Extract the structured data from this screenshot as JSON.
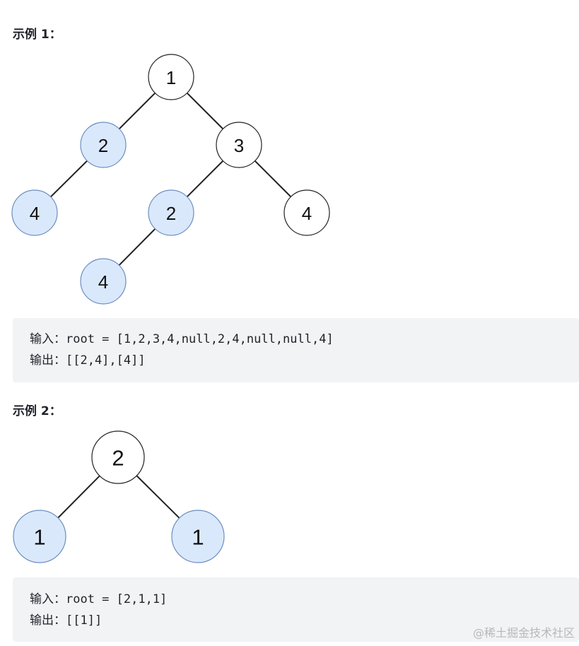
{
  "examples": [
    {
      "title": "示例 1：",
      "tree": {
        "nodes": [
          {
            "id": "n1",
            "label": "1",
            "highlight": false
          },
          {
            "id": "n2",
            "label": "2",
            "highlight": true
          },
          {
            "id": "n3",
            "label": "3",
            "highlight": false
          },
          {
            "id": "n4",
            "label": "4",
            "highlight": true
          },
          {
            "id": "n5",
            "label": "2",
            "highlight": true
          },
          {
            "id": "n6",
            "label": "4",
            "highlight": false
          },
          {
            "id": "n7",
            "label": "4",
            "highlight": true
          }
        ],
        "edges": [
          [
            "n1",
            "n2"
          ],
          [
            "n1",
            "n3"
          ],
          [
            "n2",
            "n4"
          ],
          [
            "n3",
            "n5"
          ],
          [
            "n3",
            "n6"
          ],
          [
            "n5",
            "n7"
          ]
        ]
      },
      "input_line": "输入：root = [1,2,3,4,null,2,4,null,null,4]",
      "output_line": "输出：[[2,4],[4]]"
    },
    {
      "title": "示例 2：",
      "tree": {
        "nodes": [
          {
            "id": "m1",
            "label": "2",
            "highlight": false
          },
          {
            "id": "m2",
            "label": "1",
            "highlight": true
          },
          {
            "id": "m3",
            "label": "1",
            "highlight": true
          }
        ],
        "edges": [
          [
            "m1",
            "m2"
          ],
          [
            "m1",
            "m3"
          ]
        ]
      },
      "input_line": "输入：root = [2,1,1]",
      "output_line": "输出：[[1]]"
    }
  ],
  "colors": {
    "highlight_fill": "#dae8fc",
    "highlight_stroke": "#6c8ebf",
    "code_background": "#f2f3f5"
  },
  "watermark": "@稀土掘金技术社区"
}
